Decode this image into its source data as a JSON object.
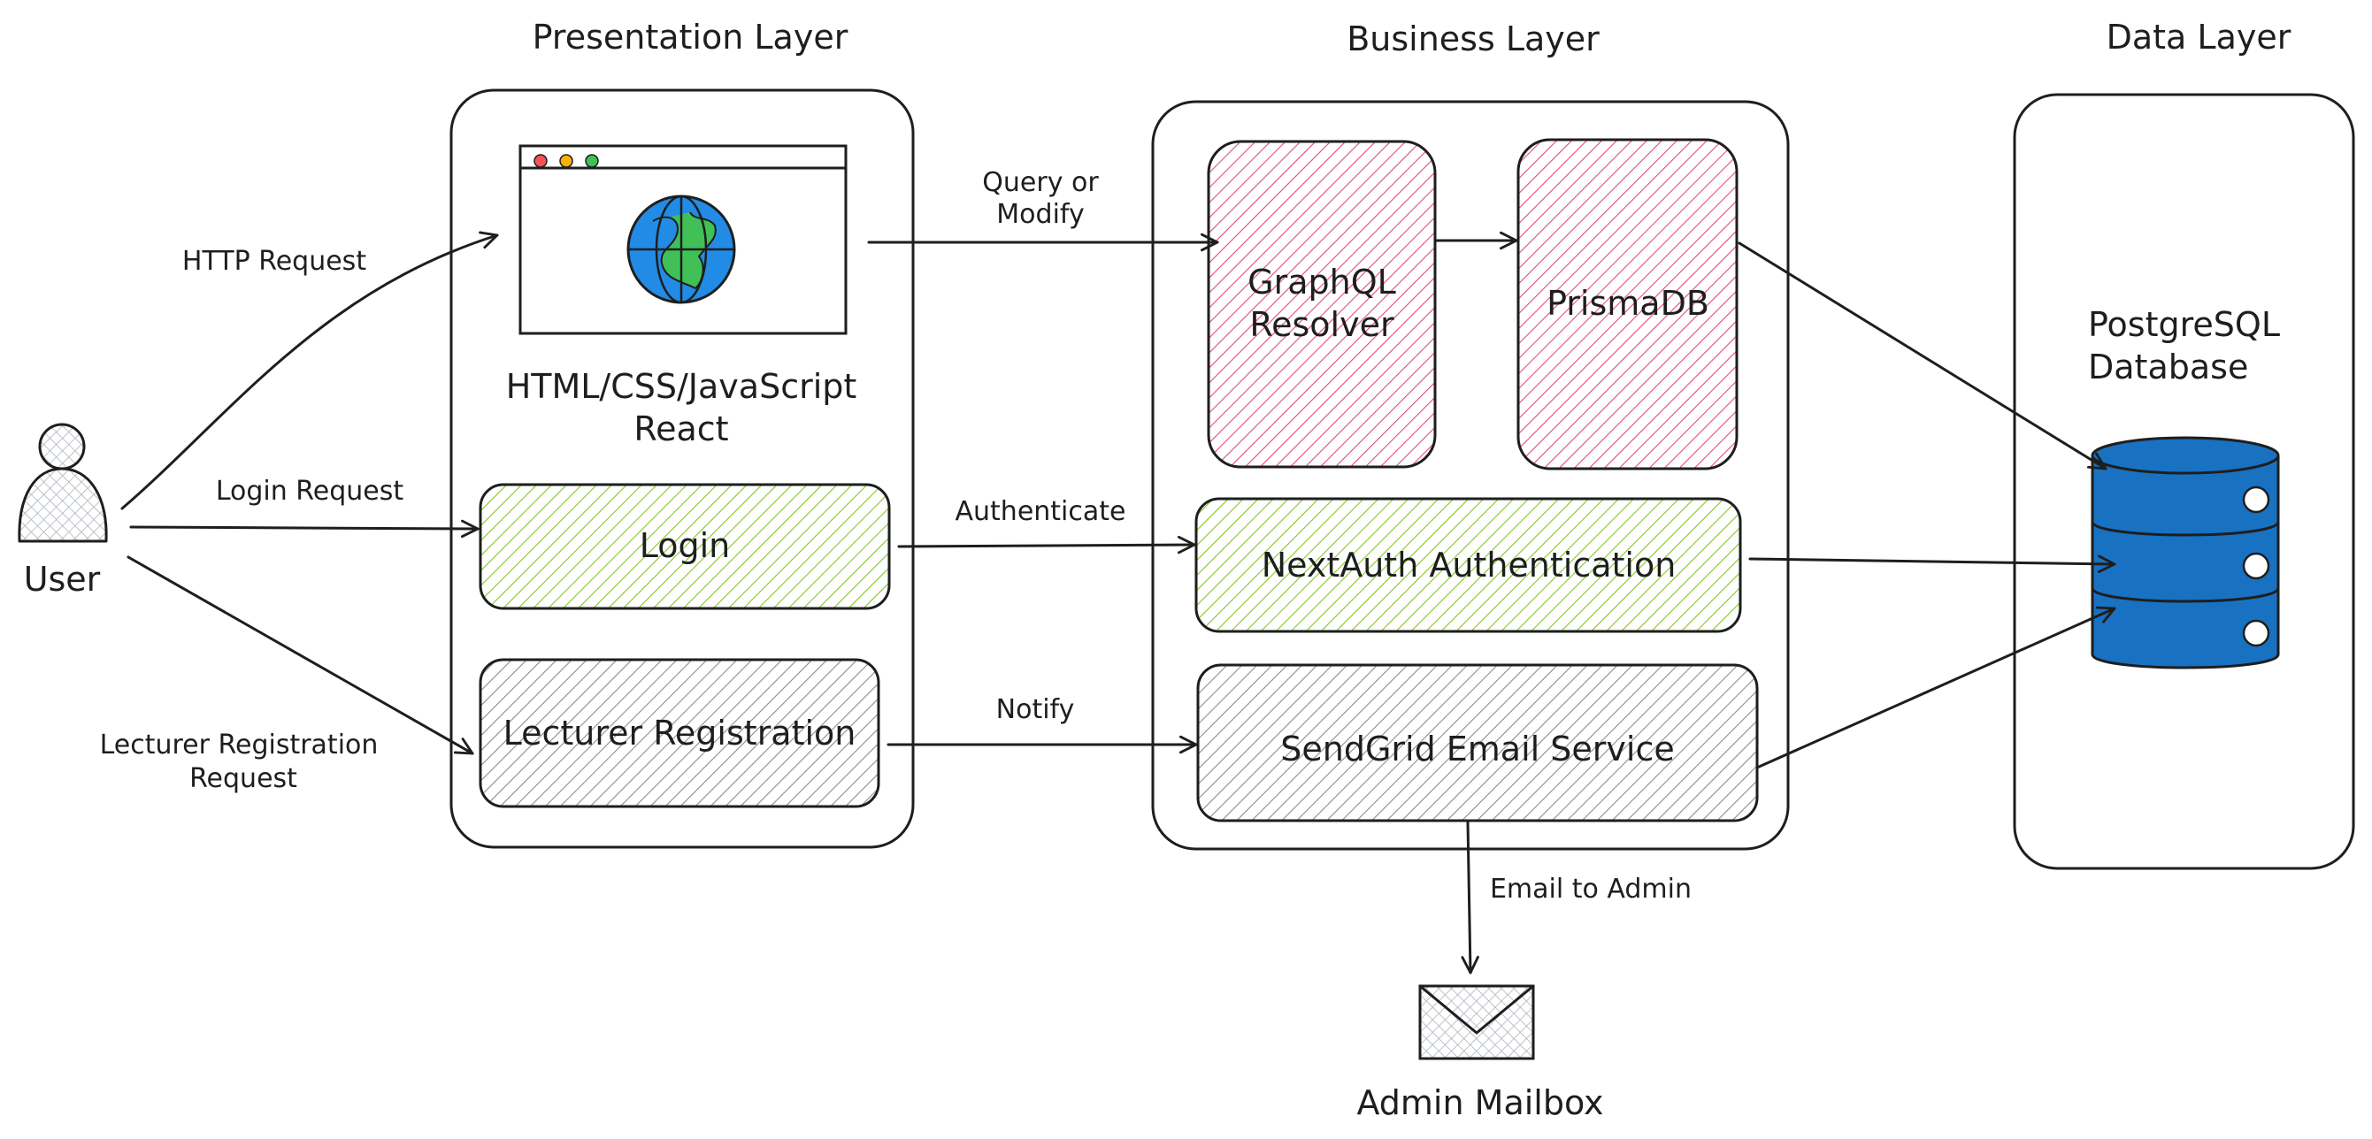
{
  "layers": {
    "presentation": "Presentation Layer",
    "business": "Business Layer",
    "data": "Data Layer"
  },
  "actor": {
    "label": "User",
    "icon": "user-icon"
  },
  "presentation": {
    "frontend_label_line1": "HTML/CSS/JavaScript",
    "frontend_label_line2": "React",
    "login": "Login",
    "lecturer_registration": "Lecturer Registration"
  },
  "business": {
    "graphql_line1": "GraphQL",
    "graphql_line2": "Resolver",
    "prisma": "PrismaDB",
    "nextauth": "NextAuth Authentication",
    "sendgrid": "SendGrid Email Service"
  },
  "data": {
    "db_line1": "PostgreSQL",
    "db_line2": "Database"
  },
  "connectors": {
    "http_request": "HTTP Request",
    "login_request": "Login Request",
    "lecturer_request_line1": "Lecturer Registration",
    "lecturer_request_line2": "Request",
    "query_line1": "Query or",
    "query_line2": "Modify",
    "authenticate": "Authenticate",
    "notify": "Notify",
    "email_to_admin": "Email to Admin"
  },
  "mailbox": {
    "label": "Admin Mailbox",
    "icon": "envelope-icon"
  },
  "colors": {
    "pink": "#e64980",
    "green": "#82c91e",
    "gray": "#868e96",
    "db_blue": "#1971c2",
    "globe_blue": "#228be6",
    "globe_green": "#40c057"
  }
}
